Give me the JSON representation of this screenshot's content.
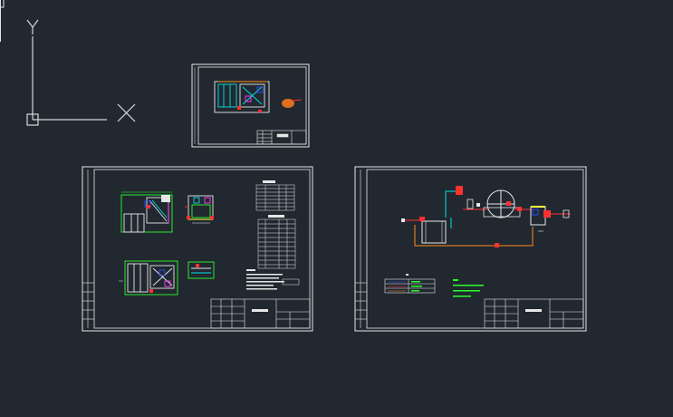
{
  "viewport": {
    "background": "#212830"
  },
  "ucs": {
    "y_label": "Y",
    "x_label": "X",
    "color": "#d8d8d8"
  },
  "colors": {
    "frame": "#e6e6e6",
    "cyan": "#00e5e5",
    "green": "#2bff2b",
    "red": "#ff3030",
    "orange": "#ff8c1a",
    "magenta": "#ff40ff",
    "blue": "#3050ff",
    "yellow": "#ffff40"
  },
  "sheets": [
    {
      "name": "sheet-top-small"
    },
    {
      "name": "sheet-left-large"
    },
    {
      "name": "sheet-right-large"
    }
  ]
}
